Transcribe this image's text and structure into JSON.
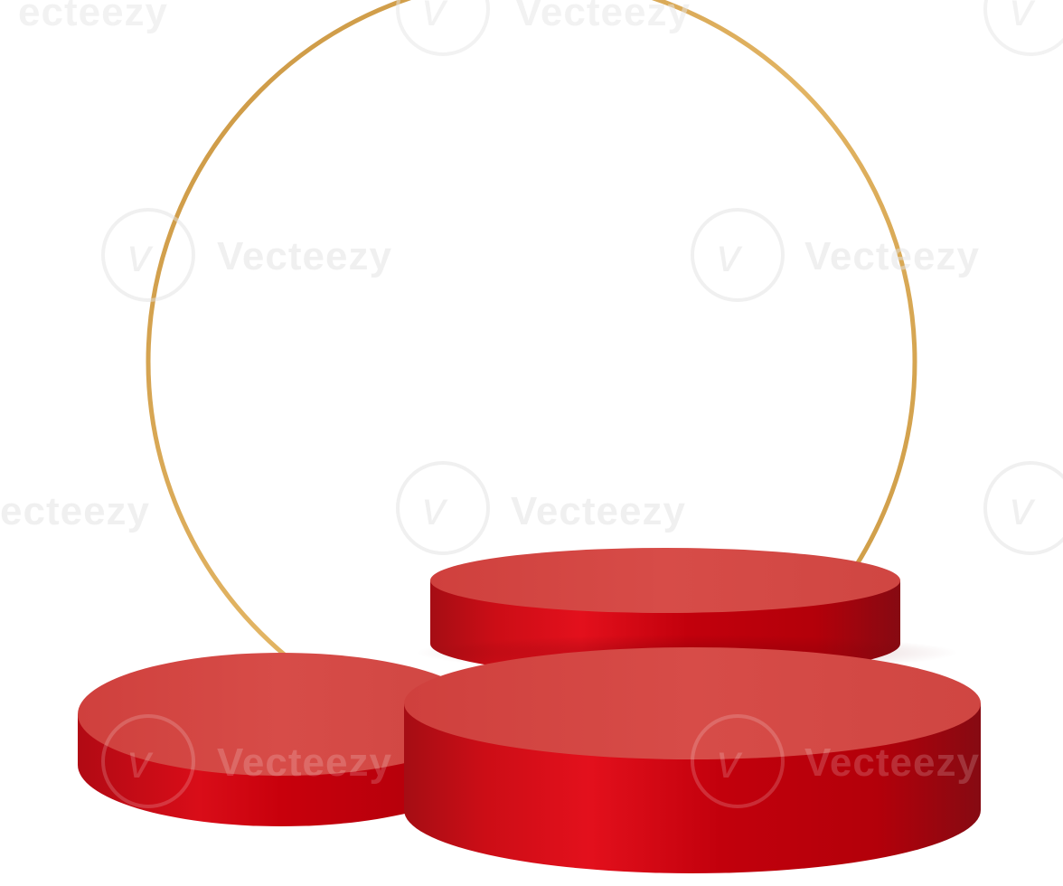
{
  "scene": {
    "subject": "Red cylindrical display podiums with gold ring",
    "colors": {
      "background": "#ffffff",
      "podium_red": "#d5332f",
      "podium_top": "#d74a46",
      "podium_dark": "#8f0c12",
      "ring_gold": "#d9a650"
    }
  },
  "watermark": {
    "brand": "Vecteezy",
    "partial": "ecteezy"
  }
}
